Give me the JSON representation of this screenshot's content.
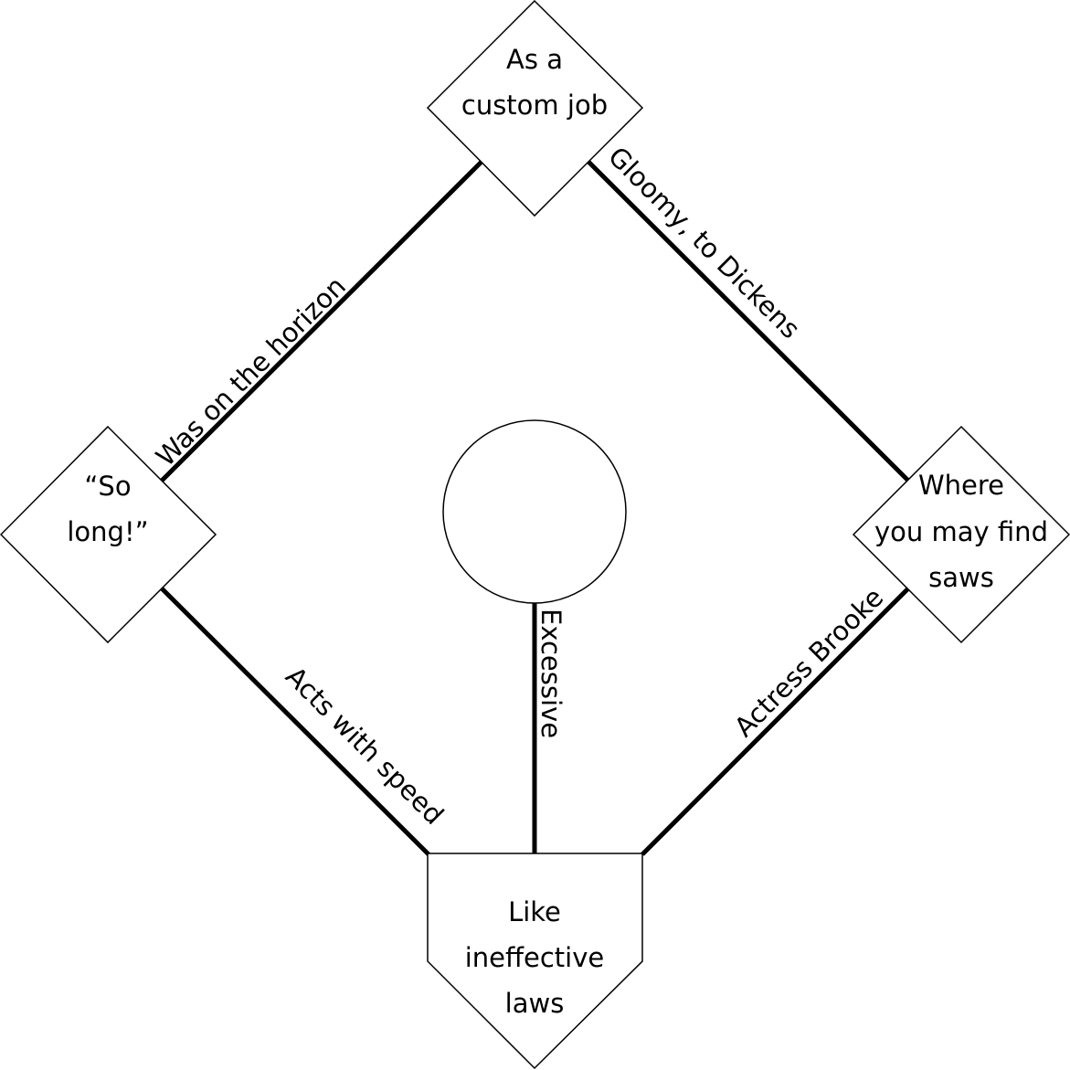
{
  "diagram": {
    "type": "baseball-diamond-crossword",
    "nodes": {
      "second_base": {
        "lines": [
          "As a",
          "custom job"
        ]
      },
      "third_base": {
        "lines": [
          "“So",
          "long!”"
        ]
      },
      "first_base": {
        "lines": [
          "Where",
          "you may find",
          "saws"
        ]
      },
      "home_plate": {
        "lines": [
          "Like",
          "ineffective",
          "laws"
        ]
      },
      "pitchers_mound": {
        "lines": []
      }
    },
    "edges": {
      "third_to_second": "Was on the horizon",
      "second_to_first": "Gloomy, to Dickens",
      "third_to_home": "Acts with speed",
      "first_to_home": "Actress Brooke",
      "mound_to_home": "Excessive"
    }
  }
}
